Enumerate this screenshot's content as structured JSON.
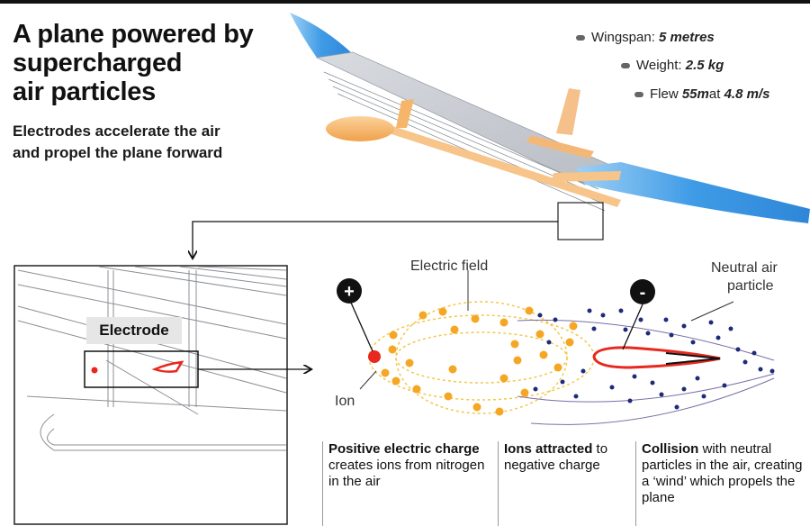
{
  "title": "A plane powered by\nsupercharged\nair particles",
  "subtitle": "Electrodes accelerate the air\nand propel the plane forward",
  "specs": [
    {
      "label": "Wingspan:",
      "value": "5 metres"
    },
    {
      "label": "Weight:",
      "value": "2.5 kg"
    },
    {
      "label_pre": "Flew ",
      "value1": "55m",
      "label_mid": " at ",
      "value2": "4.8 m/s"
    }
  ],
  "diagram": {
    "electrode_label": "Electrode",
    "electric_field_label": "Electric field",
    "neutral_label": "Neutral air\nparticle",
    "neutral_label_line1": "Neutral air",
    "neutral_label_line2": "particle",
    "ion_label": "Ion",
    "positive_symbol": "+",
    "negative_symbol": "-"
  },
  "captions": [
    {
      "bold": "Positive electric charge",
      "rest": " creates ions from nitrogen in the air"
    },
    {
      "bold": "Ions attracted",
      "rest": " to negative charge"
    },
    {
      "bold": "Collision",
      "rest": " with neutral particles in the air, creating a ‘wind’ which propels the plane"
    }
  ],
  "colors": {
    "wing_blue": "#3f9be6",
    "body_orange": "#f5b66c",
    "ion_orange": "#f5a623",
    "ion_red": "#e8281e",
    "neutral_navy": "#1f2a78",
    "field_yellow": "#f3c84b"
  }
}
